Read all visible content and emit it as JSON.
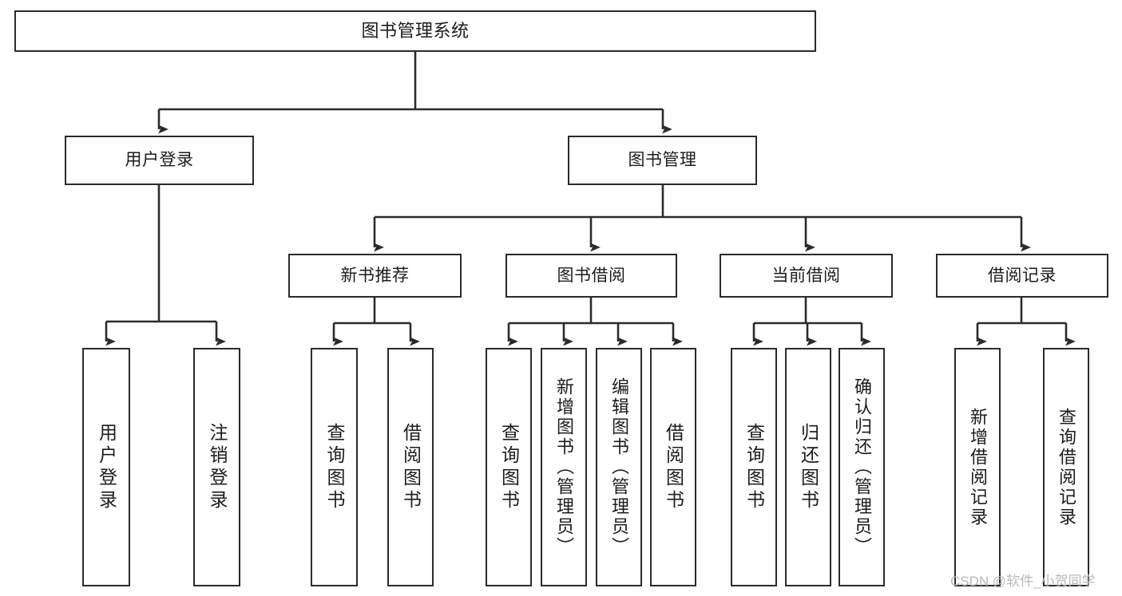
{
  "diagram": {
    "type": "hierarchy-tree",
    "title": "图书管理系统",
    "orientation": "top-down",
    "colors": {
      "box_border": "#2b2b2b",
      "box_fill": "#ffffff",
      "connector": "#2b2b2b",
      "text": "#1c1c1c",
      "watermark": "#b9b9b9",
      "page_background": "#ffffff"
    },
    "root": {
      "label": "图书管理系统"
    },
    "level2": [
      {
        "label": "用户登录"
      },
      {
        "label": "图书管理"
      }
    ],
    "level3": [
      {
        "label": "新书推荐"
      },
      {
        "label": "图书借阅"
      },
      {
        "label": "当前借阅"
      },
      {
        "label": "借阅记录"
      }
    ],
    "leaves": {
      "user_login": [
        {
          "label": "用户登录"
        },
        {
          "label": "注销登录"
        }
      ],
      "new_book_recommend": [
        {
          "label": "查询图书"
        },
        {
          "label": "借阅图书"
        }
      ],
      "book_borrow": [
        {
          "label": "查询图书"
        },
        {
          "label": "新增图书（管理员）"
        },
        {
          "label": "编辑图书（管理员）"
        },
        {
          "label": "借阅图书"
        }
      ],
      "current_borrow": [
        {
          "label": "查询图书"
        },
        {
          "label": "归还图书"
        },
        {
          "label": "确认归还（管理员）"
        }
      ],
      "borrow_record": [
        {
          "label": "新增借阅记录"
        },
        {
          "label": "查询借阅记录"
        }
      ]
    }
  },
  "watermark": {
    "text": "CSDN @软件_小贺同学"
  }
}
